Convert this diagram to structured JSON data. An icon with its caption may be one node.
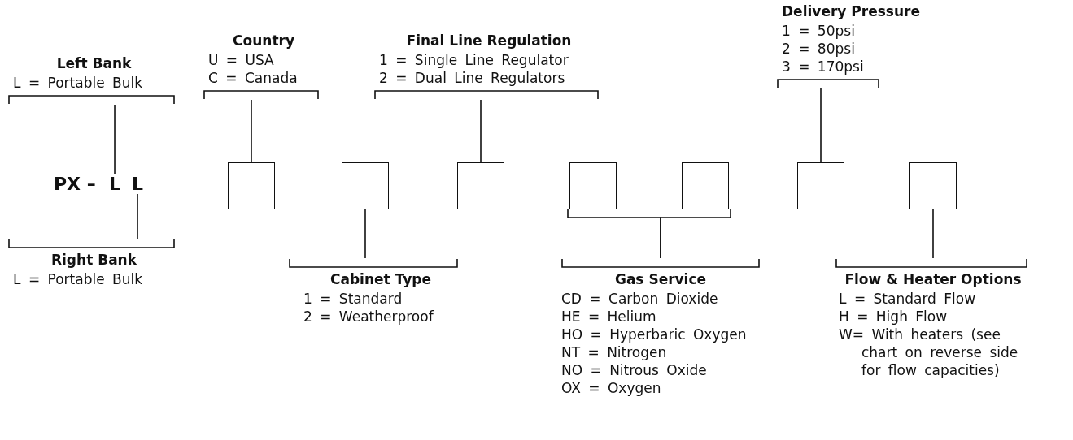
{
  "diagram": {
    "nodes": [
      {
        "text": [
          "Left Bank",
          "L = Portable Bulk"
        ]
      },
      {
        "text": [
          "L"
        ]
      },
      {
        "text": [
          "L"
        ]
      },
      {
        "text": [
          "Right Bank",
          "L = Portable Bulk"
        ]
      },
      {
        "text": [
          "Country",
          "U = USA",
          "C = Canada"
        ]
      },
      {
        "text": [
          "Final Line Regulation",
          "1 = Single Line Regulator",
          "2 = Dual Line Regulators"
        ]
      },
      {
        "text": [
          "Delivery Pressure",
          "1 = 50psi",
          "2 = 80psi",
          "3 = 170psi"
        ]
      },
      {
        "text": [],
        "shape": "box"
      },
      {
        "text": [],
        "shape": "box"
      },
      {
        "text": [],
        "shape": "box"
      },
      {
        "text": [],
        "shape": "box"
      },
      {
        "text": [],
        "shape": "box"
      },
      {
        "text": [],
        "shape": "box"
      },
      {
        "text": [],
        "shape": "box"
      },
      {
        "text": [
          "Cabinet Type",
          "1 = Standard",
          "2 = Weatherproof"
        ]
      },
      {
        "text": [
          "Gas Service",
          "CD = Carbon Dioxide",
          "HE = Helium",
          "HO = Hyperbaric Oxygen",
          "NT = Nitrogen",
          "NO = Nitrous Oxide",
          "OX = Oxygen"
        ]
      },
      {
        "text": [
          "Flow & Heater Options",
          "L = Standard Flow",
          "H = High Flow",
          "W= With heaters (see chart on reverse side for flow capacities)"
        ]
      }
    ],
    "edges": [
      {
        "from": 0,
        "to": 1,
        "arrow": "none"
      },
      {
        "from": 3,
        "to": 2,
        "arrow": "none"
      },
      {
        "from": 4,
        "to": 7,
        "arrow": "none"
      },
      {
        "from": 14,
        "to": 8,
        "arrow": "none"
      },
      {
        "from": 5,
        "to": 9,
        "arrow": "none"
      },
      {
        "from": 15,
        "to": 10,
        "arrow": "none"
      },
      {
        "from": 15,
        "to": 11,
        "arrow": "none"
      },
      {
        "from": 6,
        "to": 12,
        "arrow": "none"
      },
      {
        "from": 16,
        "to": 13,
        "arrow": "none"
      }
    ],
    "labels": [
      "PX –"
    ]
  }
}
